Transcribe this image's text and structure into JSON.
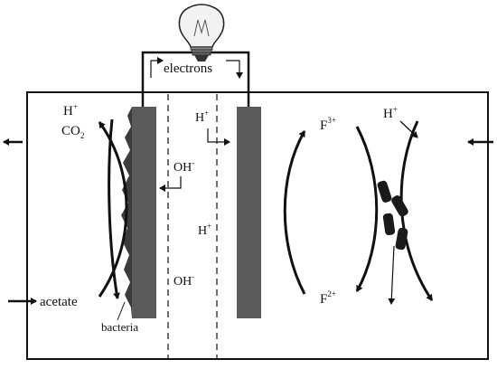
{
  "labels": {
    "electrons": "electrons",
    "acetate": "acetate",
    "bacteria": "bacteria",
    "hplus_left": "H",
    "hplus_left_sup": "+",
    "co2": "CO",
    "co2_sub": "2",
    "hplus_center_top": "H",
    "hplus_center_top_sup": "+",
    "oh_top": "OH",
    "oh_top_sup": "-",
    "hplus_center_mid": "H",
    "hplus_center_mid_sup": "+",
    "oh_bottom": "OH",
    "oh_bottom_sup": "-",
    "fe3": "F",
    "fe3_sup": "3+",
    "fe2": "F",
    "fe2_sup": "2+",
    "hplus_right": "H",
    "hplus_right_sup": "+"
  },
  "colors": {
    "line": "#111111",
    "electrode": "#5a5a5a",
    "biofilm": "#3c3c3c",
    "particle": "#1a1a1a",
    "bulb_glass": "#f2f2f2"
  },
  "icons": {
    "bulb": "light-bulb-icon"
  }
}
